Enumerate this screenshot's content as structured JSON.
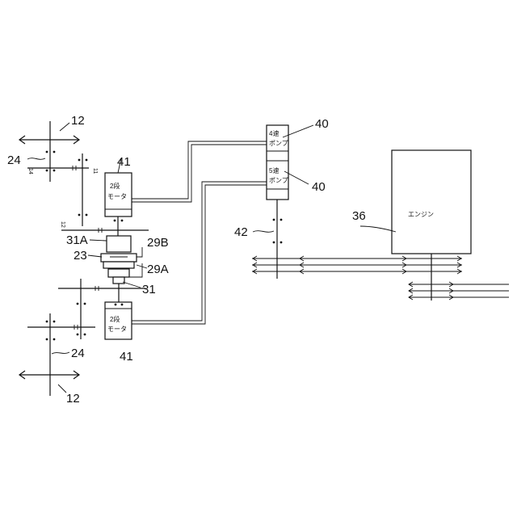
{
  "refs": {
    "r12_top": "12",
    "r12_bottom": "12",
    "r24_top": "24",
    "r24_bottom": "24",
    "r41_top": "41",
    "r41_bottom": "41",
    "r31A": "31A",
    "r29B": "29B",
    "r23": "23",
    "r29A": "29A",
    "r31": "31",
    "r40_top": "40",
    "r40_bottom": "40",
    "r42": "42",
    "r36": "36"
  },
  "labels": {
    "motor_top_line1": "2段",
    "motor_top_line2": "モータ",
    "motor_bottom_line1": "2段",
    "motor_bottom_line2": "モータ",
    "pump_top_line1": "4速",
    "pump_top_line2": "ポンプ",
    "pump_bottom_line1": "5速",
    "pump_bottom_line2": "ポンプ",
    "engine": "エンジン"
  },
  "marks": {
    "m1": "12",
    "m2": "11",
    "m3": "14"
  }
}
